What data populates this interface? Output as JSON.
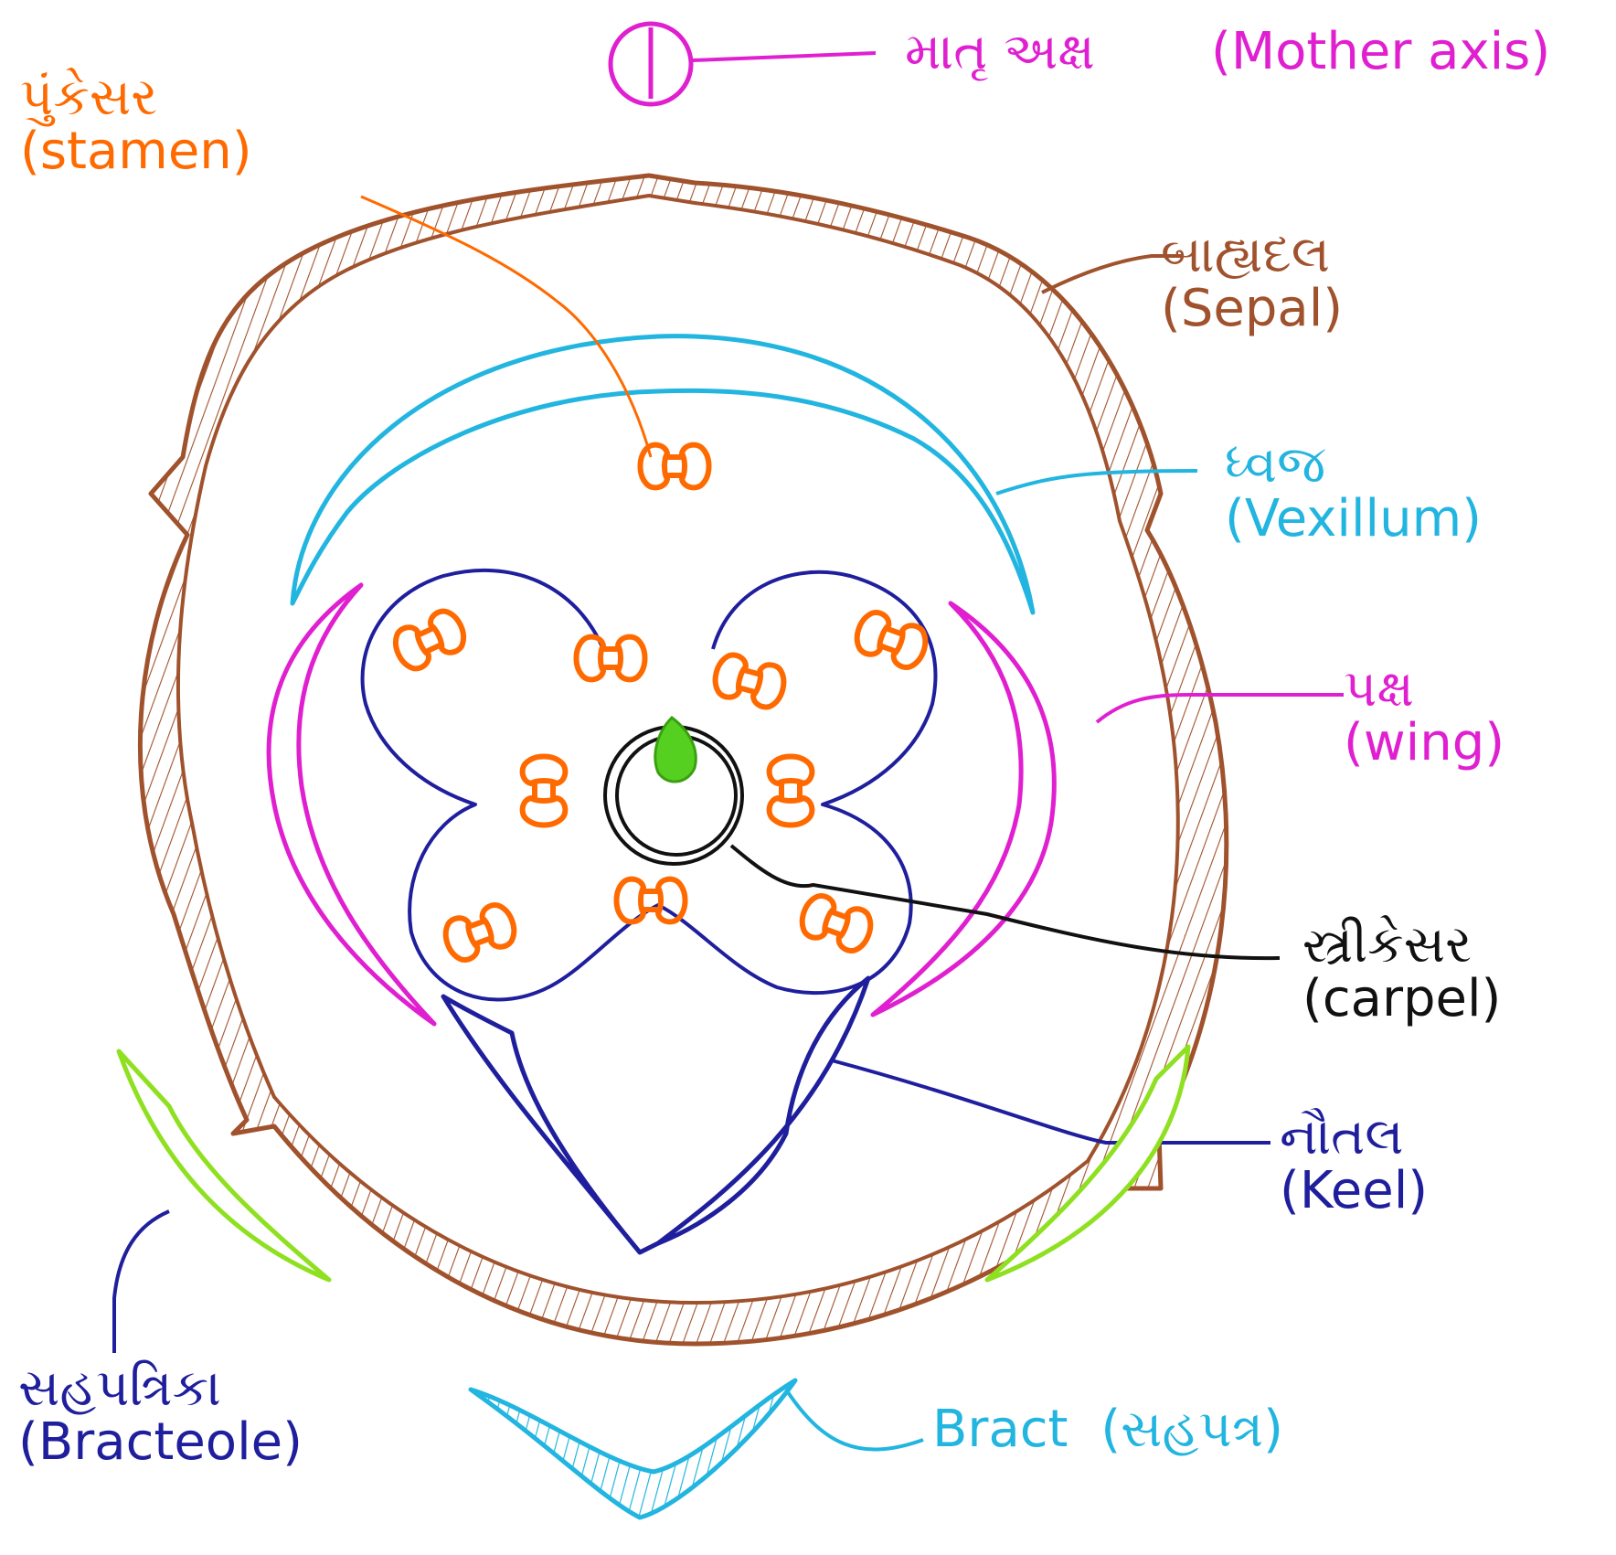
{
  "colors": {
    "sepal": "#a0522d",
    "vexillum": "#22b5e0",
    "wing": "#e020d0",
    "keel": "#1f1f9e",
    "carpel": "#111111",
    "stamen": "#ff6a00",
    "bracteole": "#8fe020",
    "bract": "#22b5e0",
    "mother_axis": "#e020d0"
  },
  "labels": {
    "mother_axis": {
      "gu": "માતૃ અક્ષ",
      "en": "(Mother axis)"
    },
    "stamen": {
      "gu": "પુંકેસર",
      "en": "(stamen)"
    },
    "sepal": {
      "gu": "બાહ્યદલ",
      "en": "(Sepal)"
    },
    "vexillum": {
      "gu": "ધ્વજ",
      "en": "(Vexillum)"
    },
    "wing": {
      "gu": "પક્ષ",
      "en": "(wing)"
    },
    "carpel": {
      "gu": "સ્ત્રીકેસર",
      "en": "(carpel)"
    },
    "keel": {
      "gu": "નૌતલ",
      "en": "(Keel)"
    },
    "bracteole": {
      "gu": "સહપત્રિકા",
      "en": "(Bracteole)"
    },
    "bract": {
      "en": "Bract",
      "gu": "(સહપત્ર)"
    }
  }
}
